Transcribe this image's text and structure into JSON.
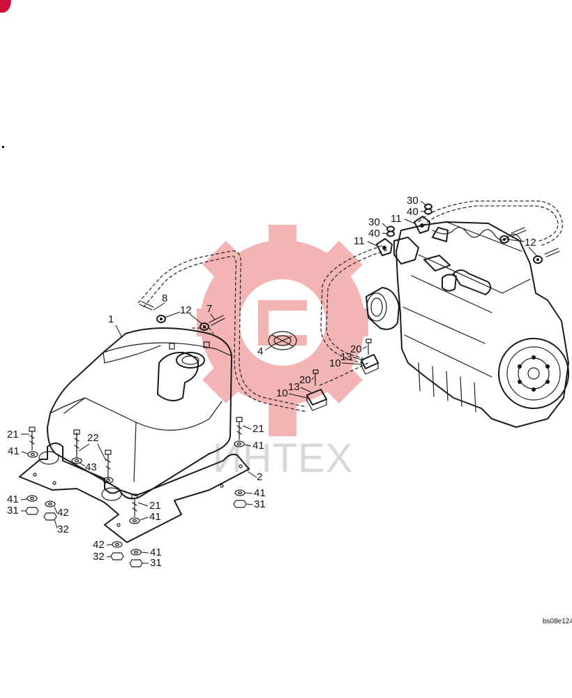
{
  "drawing": {
    "code": "bs08e124",
    "watermark_text": "ИНТЕХ"
  },
  "colors": {
    "line": "#1a1a1a",
    "watermark_gear": "#f2b8b8",
    "watermark_text": "#d8d8d8",
    "corner_badge": "#d0103a"
  },
  "callouts": [
    "30",
    "40",
    "11",
    "30",
    "40",
    "11",
    "12",
    "8",
    "12",
    "7",
    "1",
    "4",
    "20",
    "13",
    "10",
    "20",
    "13",
    "10",
    "21",
    "41",
    "22",
    "43",
    "21",
    "41",
    "2",
    "41",
    "31",
    "42",
    "32",
    "21",
    "41",
    "41",
    "31",
    "42",
    "32",
    "41",
    "31"
  ]
}
